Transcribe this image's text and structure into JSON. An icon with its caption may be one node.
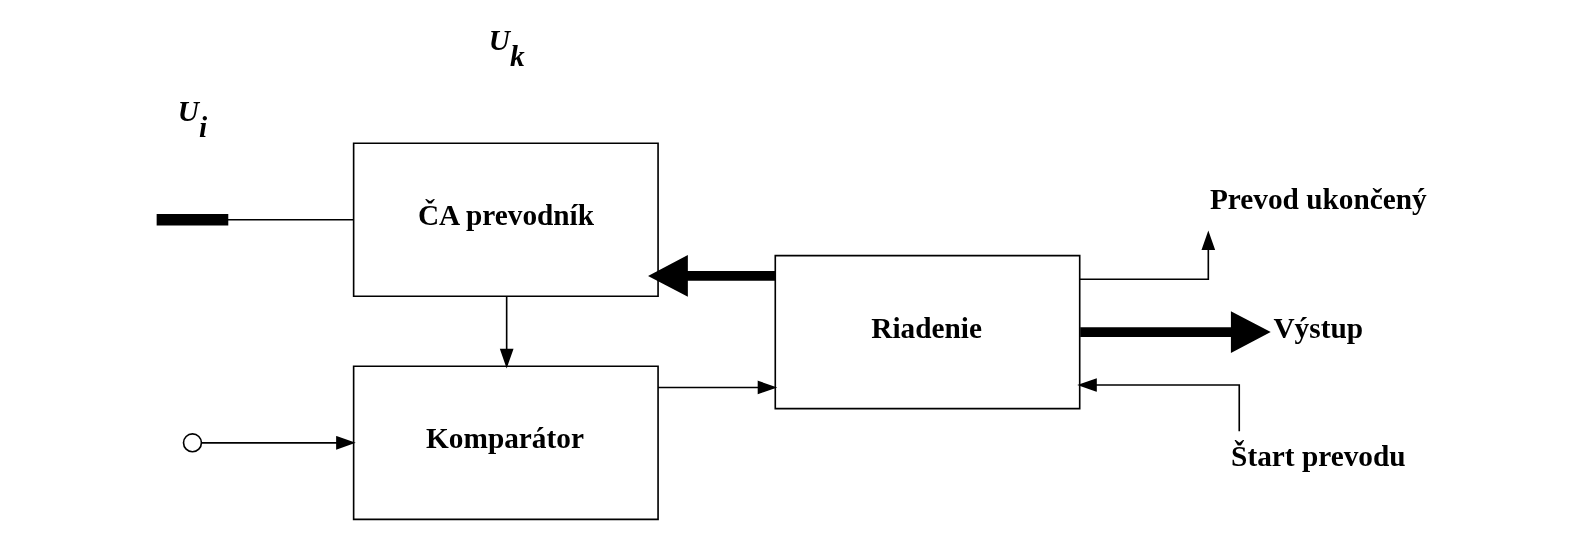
{
  "diagram": {
    "nodes": [
      {
        "text": [],
        "shape": "circle"
      },
      {
        "text": [
          "Komparátor"
        ]
      },
      {
        "text": [
          "Riadenie"
        ]
      },
      {
        "text": [
          "ČA prevodník"
        ]
      },
      {
        "text": [
          "Štart prevodu"
        ]
      },
      {
        "text": [
          "Prevod ukončený"
        ]
      },
      {
        "text": [
          "Výstup"
        ]
      },
      {
        "text": [],
        "shape": "bar"
      }
    ],
    "edges": [
      {
        "from": 0,
        "to": 1,
        "arrow": "to"
      },
      {
        "from": 1,
        "to": 2,
        "arrow": "to"
      },
      {
        "from": 4,
        "to": 2,
        "arrow": "to"
      },
      {
        "from": 2,
        "to": 5,
        "arrow": "to"
      },
      {
        "from": 3,
        "to": 1,
        "arrow": "to"
      },
      {
        "from": 2,
        "to": 3,
        "arrow": "to",
        "style": "thick"
      },
      {
        "from": 2,
        "to": 6,
        "arrow": "to",
        "style": "thick"
      },
      {
        "from": 3,
        "to": 7,
        "arrow": "none"
      }
    ],
    "labels": [
      "U$_{i}$",
      "U$_{k}$"
    ]
  }
}
